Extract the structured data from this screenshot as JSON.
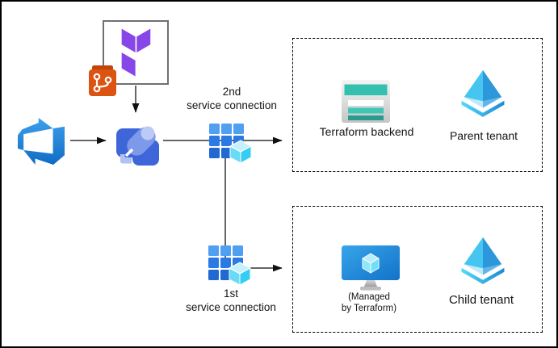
{
  "diagram": {
    "labels": {
      "sc2_line1": "2nd",
      "sc2_line2": "service connection",
      "sc1_line1": "1st",
      "sc1_line2": "service connection",
      "terraform_backend": "Terraform backend",
      "parent_tenant": "Parent tenant",
      "managed_line1": "(Managed",
      "managed_line2": "by Terraform)",
      "child_tenant": "Child tenant"
    },
    "icons": [
      "azure-devops-icon",
      "terraform-icon",
      "git-repo-icon",
      "azure-pipelines-icon",
      "service-connection-icon",
      "storage-account-icon",
      "tenant-pyramid-icon",
      "managed-vm-monitor-icon"
    ],
    "colors": {
      "terraform_purple": "#8747E8",
      "git_orange": "#DB5411",
      "git_orange_dark": "#C2430C",
      "devops_blue_light": "#3EA0EC",
      "devops_blue_dark": "#0F6CC4",
      "pipeline_blue": "#3E66D8",
      "pipeline_rocket": "#7E99EA",
      "grid_blue_light": "#4FA0F0",
      "grid_blue": "#2B79E4",
      "grid_blue_dark": "#2069D2",
      "cube_cyan": "#36CDF3",
      "storage_teal": "#34C0AE",
      "storage_teal_dark": "#2A9B8D",
      "tenant_cyan": "#45C6F1",
      "tenant_blue": "#2C97DB",
      "connector_black": "#333333",
      "box_border_grey": "#707070",
      "dashed_border": "#000000"
    }
  }
}
